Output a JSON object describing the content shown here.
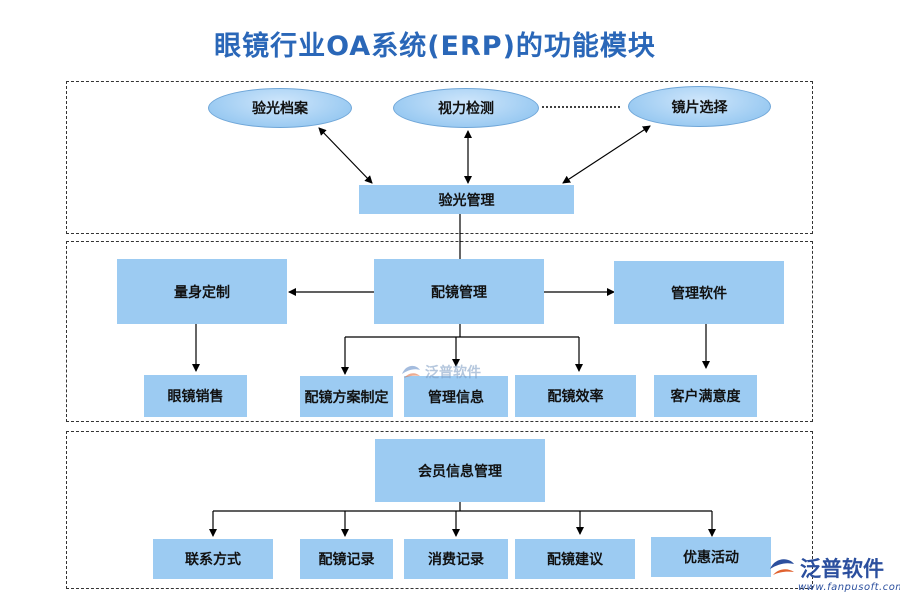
{
  "title": "眼镜行业OA系统(ERP)的功能模块",
  "optometry": {
    "top_nodes": [
      "验光档案",
      "视力检测",
      "镜片选择"
    ],
    "hub": "验光管理"
  },
  "fitting": {
    "hub": "配镜管理",
    "left": "量身定制",
    "right": "管理软件",
    "left_child": "眼镜销售",
    "middle_children": [
      "配镜方案制定",
      "管理信息",
      "配镜效率"
    ],
    "right_child": "客户满意度"
  },
  "member": {
    "hub": "会员信息管理",
    "children": [
      "联系方式",
      "配镜记录",
      "消费记录",
      "配镜建议",
      "优惠活动"
    ]
  },
  "watermark": {
    "center_text": "泛普软件",
    "brand": "泛普软件",
    "url": "www.fanpusoft.com"
  }
}
